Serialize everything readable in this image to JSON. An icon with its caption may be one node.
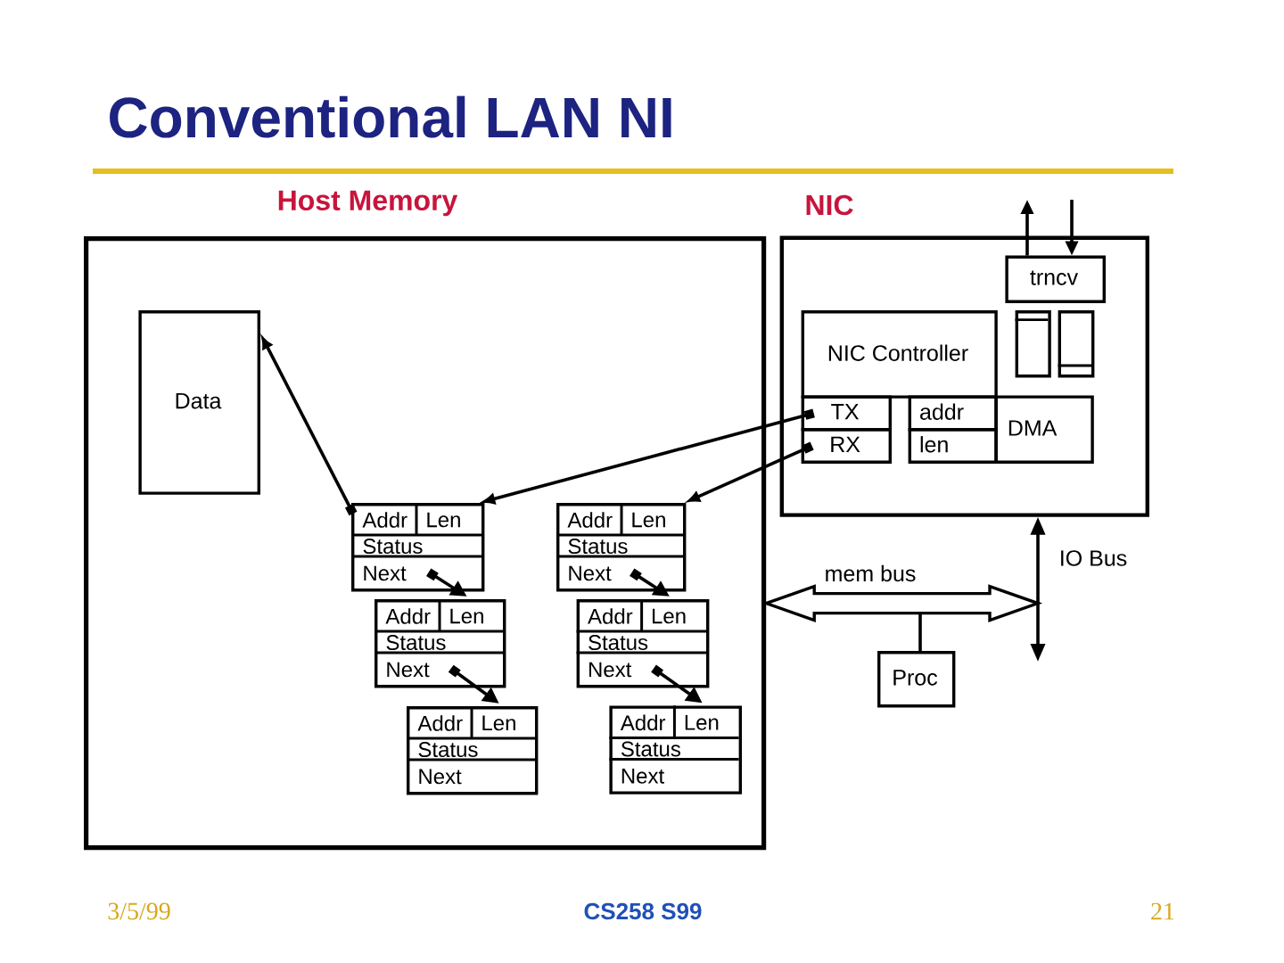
{
  "diagram": {
    "title": "Conventional LAN NI",
    "nodes": [
      {
        "text": [
          "Host Memory"
        ]
      },
      {
        "text": [
          "Data"
        ],
        "in": 0
      },
      {
        "text": [
          "Addr",
          "Len",
          "Status",
          "Next"
        ],
        "in": 0
      },
      {
        "text": [
          "Addr",
          "Len",
          "Status",
          "Next"
        ],
        "in": 0
      },
      {
        "text": [
          "Addr",
          "Len",
          "Status",
          "Next"
        ],
        "in": 0
      },
      {
        "text": [
          "Addr",
          "Len",
          "Status",
          "Next"
        ],
        "in": 0
      },
      {
        "text": [
          "Addr",
          "Len",
          "Status",
          "Next"
        ],
        "in": 0
      },
      {
        "text": [
          "Addr",
          "Len",
          "Status",
          "Next"
        ],
        "in": 0
      },
      {
        "text": [
          "NIC"
        ]
      },
      {
        "text": [
          "trncv"
        ],
        "in": 8
      },
      {
        "text": [],
        "shape": "box",
        "in": 8
      },
      {
        "text": [],
        "shape": "box",
        "in": 8
      },
      {
        "text": [
          "NIC Controller"
        ],
        "in": 8
      },
      {
        "text": [
          "TX"
        ],
        "in": 8
      },
      {
        "text": [
          "RX"
        ],
        "in": 8
      },
      {
        "text": [
          "addr"
        ],
        "in": 8
      },
      {
        "text": [
          "len"
        ],
        "in": 8
      },
      {
        "text": [
          "DMA"
        ],
        "in": 8
      },
      {
        "text": [
          "Proc"
        ]
      }
    ],
    "edges": [
      {
        "from": 13,
        "to": 2,
        "arrow": "to"
      },
      {
        "from": 14,
        "to": 5,
        "arrow": "to"
      },
      {
        "from": 2,
        "to": 1,
        "arrow": "to"
      },
      {
        "from": 2,
        "to": 3,
        "arrow": "to"
      },
      {
        "from": 3,
        "to": 4,
        "arrow": "to"
      },
      {
        "from": 5,
        "to": 6,
        "arrow": "to"
      },
      {
        "from": 6,
        "to": 7,
        "arrow": "to"
      },
      {
        "from": 9,
        "to": null,
        "arrow": "to"
      },
      {
        "from": null,
        "to": 9,
        "arrow": "to"
      },
      {
        "from": 0,
        "to": null,
        "arrow": "both",
        "label": "mem bus",
        "style": "thick"
      },
      {
        "from": 8,
        "to": null,
        "arrow": "both",
        "label": "IO Bus"
      },
      {
        "from": 18,
        "to": null,
        "arrow": "none"
      }
    ],
    "labels": [
      "3/5/99",
      "CS258 S99",
      "21"
    ]
  }
}
